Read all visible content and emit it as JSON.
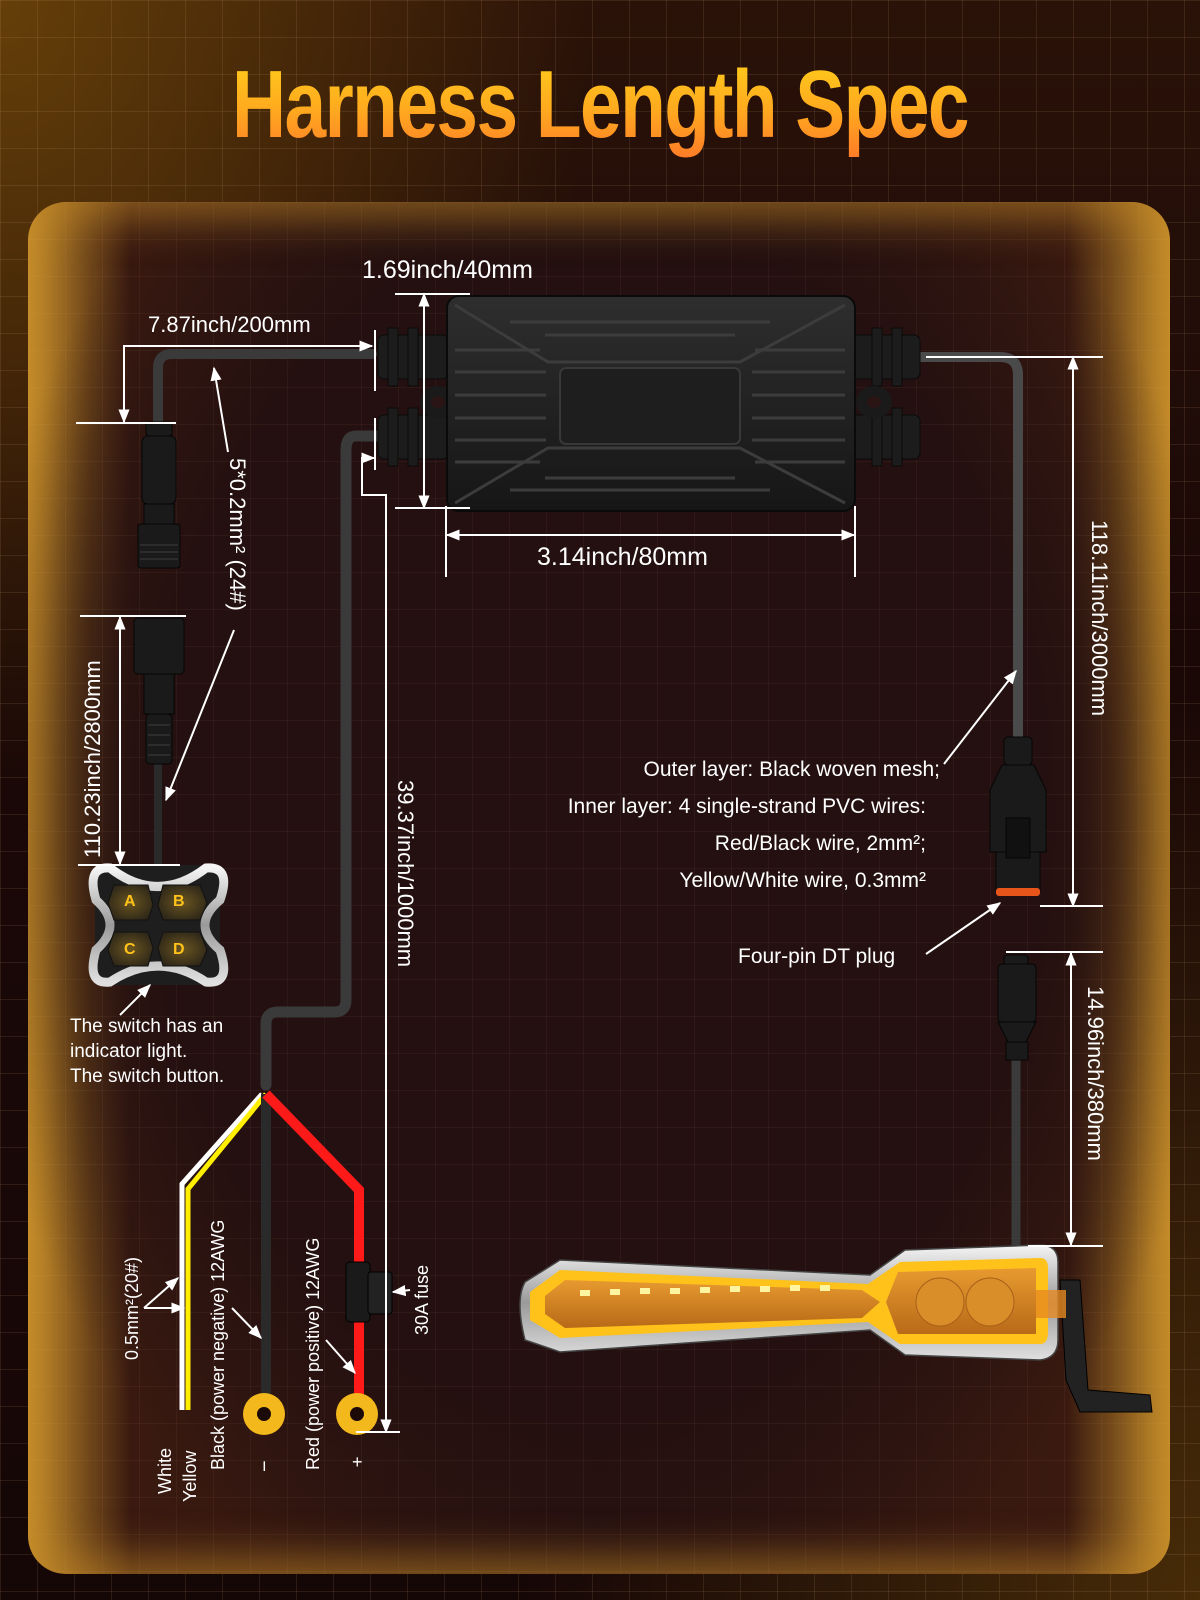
{
  "title": "Harness Length Spec",
  "colors": {
    "title_top": "#ffd21a",
    "title_bottom": "#ff7a28",
    "panel_glow": "#c08a2a",
    "wire_red": "#ff1a1a",
    "wire_yellow": "#ffee00",
    "wire_white": "#ffffff",
    "wire_black": "#2a2a2a",
    "terminal_gold": "#f2b81c",
    "switch_led": "#ffc21a",
    "light_amber": "#ffb020"
  },
  "dimensions": {
    "controller_height": "1.69inch/40mm",
    "controller_width": "3.14inch/80mm",
    "switch_pigtail": "7.87inch/200mm",
    "switch_cable": "110.23inch/2800mm",
    "power_cable": "39.37inch/1000mm",
    "light_cable": "118.11inch/3000mm",
    "light_pigtail": "14.96inch/380mm"
  },
  "labels": {
    "switch_wire_gauge": "5*0.2mm² (24#)",
    "switch_note": [
      "The switch has an",
      "indicator light.",
      "The switch button."
    ],
    "switch_buttons": [
      "A",
      "B",
      "C",
      "D"
    ],
    "cable_spec": [
      "Outer layer: Black woven mesh;",
      "Inner layer: 4 single-strand PVC wires:",
      "Red/Black wire, 2mm²;",
      "Yellow/White wire, 0.3mm²"
    ],
    "dt_plug": "Four-pin DT plug",
    "signal_wire_gauge": "0.5mm²(20#)",
    "white_wire": "White",
    "yellow_wire": "Yellow",
    "black_wire": "Black (power negative) 12AWG",
    "red_wire": "Red (power positive) 12AWG",
    "negative_symbol": "−",
    "positive_symbol": "+",
    "fuse": "30A fuse"
  }
}
